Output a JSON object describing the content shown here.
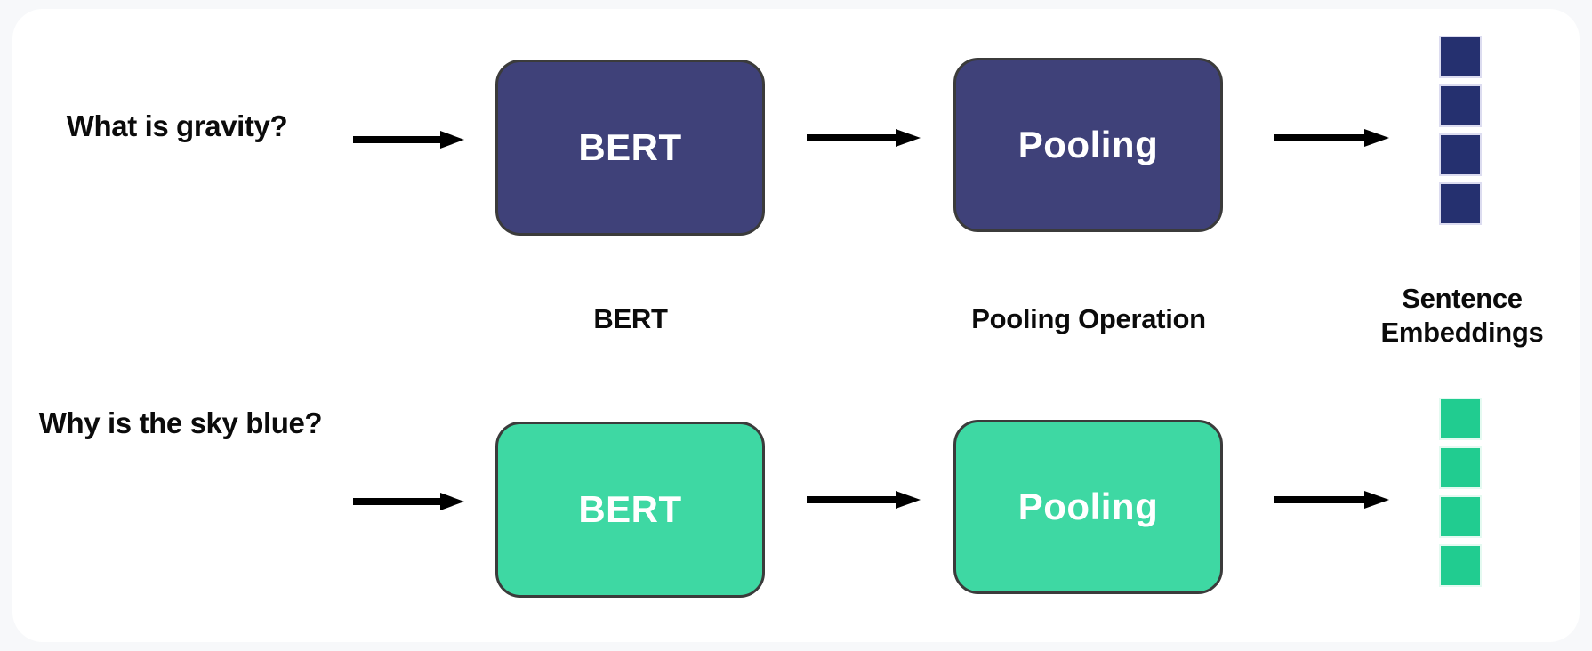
{
  "theme": {
    "page_background": "#f7f8fa",
    "card_background": "#ffffff",
    "purple": "#3f4179",
    "green": "#3ed8a3",
    "navy_embedding": "#25306f",
    "green_embedding": "#21cc90",
    "text": "#0b0b0b",
    "box_border": "#3b3b3b",
    "arrow": "#000000"
  },
  "diagram": {
    "rows": [
      {
        "id": "row-top",
        "prompt": "What is gravity?",
        "encoder_label": "BERT",
        "pooling_label": "Pooling",
        "color": "purple",
        "embedding_cells": 4,
        "embedding_color": "#25306f"
      },
      {
        "id": "row-bottom",
        "prompt": "Why is the sky blue?",
        "encoder_label": "BERT",
        "pooling_label": "Pooling",
        "color": "green",
        "embedding_cells": 4,
        "embedding_color": "#21cc90"
      }
    ],
    "captions": {
      "encoder": "BERT",
      "pooling": "Pooling Operation",
      "embeddings_line1": "Sentence",
      "embeddings_line2": "Embeddings"
    },
    "arrows": [
      {
        "name": "prompt-to-bert-top",
        "from": "prompt",
        "to": "bert"
      },
      {
        "name": "bert-to-pooling-top",
        "from": "bert",
        "to": "pooling"
      },
      {
        "name": "pooling-to-emb-top",
        "from": "pooling",
        "to": "embeddings"
      },
      {
        "name": "prompt-to-bert-bottom",
        "from": "prompt",
        "to": "bert"
      },
      {
        "name": "bert-to-pooling-bottom",
        "from": "bert",
        "to": "pooling"
      },
      {
        "name": "pooling-to-emb-bottom",
        "from": "pooling",
        "to": "embeddings"
      }
    ]
  }
}
